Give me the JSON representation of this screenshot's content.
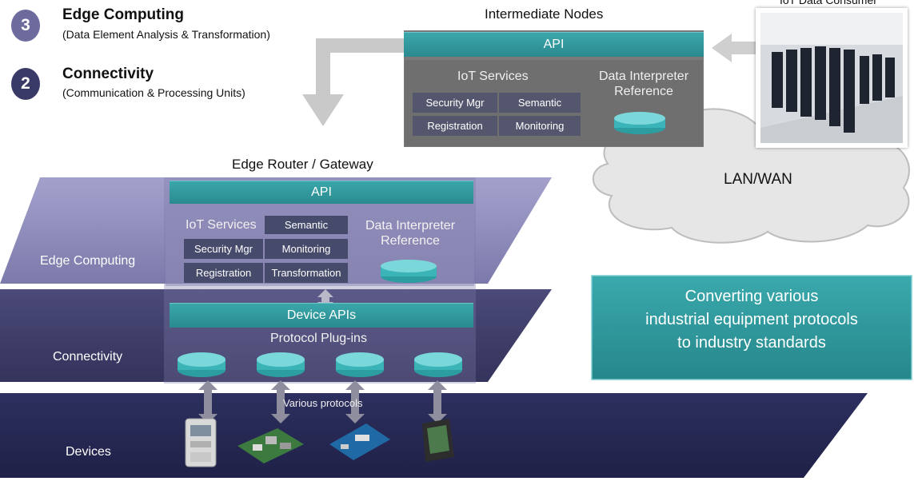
{
  "legend": [
    {
      "number": "3",
      "title": "Edge Computing",
      "subtitle": "(Data Element Analysis & Transformation)",
      "color": "#6d6a9e"
    },
    {
      "number": "2",
      "title": "Connectivity",
      "subtitle": "(Communication & Processing Units)",
      "color": "#3a3a66"
    }
  ],
  "intermediate": {
    "title": "Intermediate Nodes",
    "api": "API",
    "services_title": "IoT Services",
    "services": [
      "Security Mgr",
      "Semantic",
      "Registration",
      "Monitoring"
    ],
    "interpreter": "Data Interpreter Reference"
  },
  "consumer": {
    "label": "IoT Data Consumer"
  },
  "cloud": {
    "label": "LAN/WAN"
  },
  "gateway": {
    "title": "Edge Router / Gateway",
    "api": "API",
    "services_title": "IoT Services",
    "services": [
      "Semantic",
      "Security Mgr",
      "Monitoring",
      "Registration",
      "Transformation"
    ],
    "interpreter": "Data Interpreter Reference",
    "device_apis": "Device APIs",
    "plugins": "Protocol Plug-ins",
    "protocols_label": "Various protocols"
  },
  "layers": {
    "edge": "Edge Computing",
    "connectivity": "Connectivity",
    "devices": "Devices"
  },
  "callout": {
    "line1": "Converting various",
    "line2": "industrial equipment protocols",
    "line3": "to industry standards"
  },
  "colors": {
    "teal": "#2f9498",
    "edge_layer": "#8c8ab8",
    "connectivity_layer": "#3d3c68",
    "devices_layer": "#272a55",
    "chip": "#454a6a"
  }
}
